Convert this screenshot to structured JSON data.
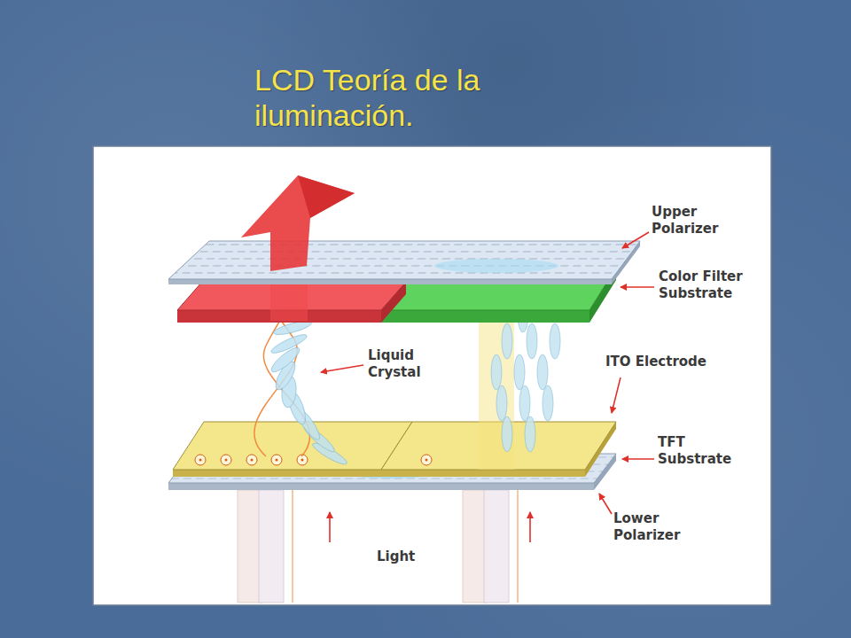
{
  "diagram": {
    "title": "LCD Teoría de la iluminación.",
    "labels": [
      "Upper Polarizer",
      "Color Filter Substrate",
      "Liquid Crystal",
      "ITO Electrode",
      "TFT Substrate",
      "Lower Polarizer",
      "Light"
    ]
  }
}
